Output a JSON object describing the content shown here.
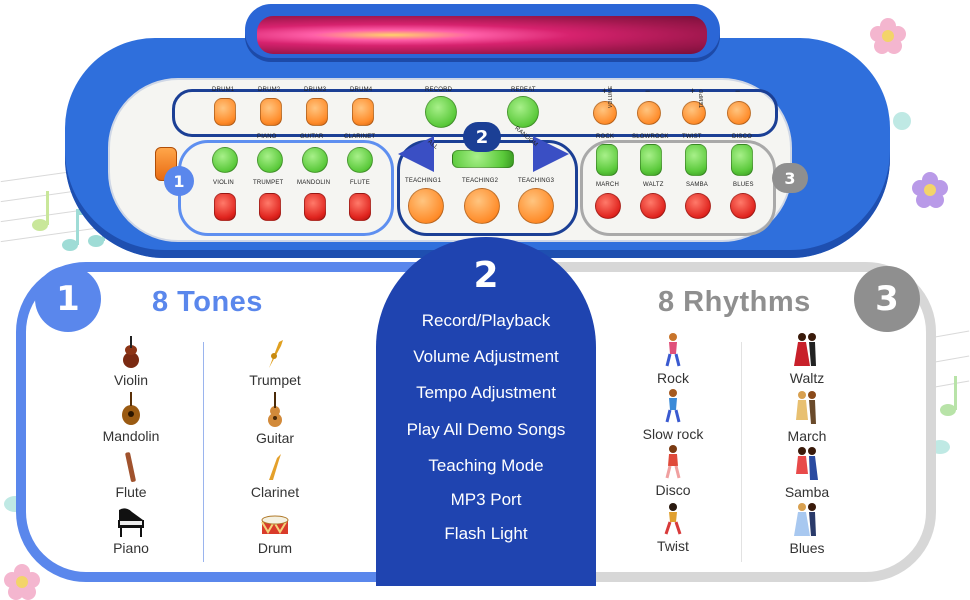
{
  "keyboard": {
    "top_labels": [
      "DRUM1",
      "DRUM2",
      "DRUM3",
      "DRUM4",
      "RECORD",
      "REPEAT",
      "VOLUME",
      "TEMPO"
    ],
    "sign_labels": [
      "+",
      "−",
      "+",
      "−"
    ],
    "tone_top_labels": [
      "PIANO",
      "GUITAR",
      "CLARINET"
    ],
    "tone_labels": [
      "VIOLIN",
      "TRUMPET",
      "MANDOLIN",
      "FLUTE"
    ],
    "teaching_labels": [
      "TEACHING1",
      "TEACHING2",
      "TEACHING3"
    ],
    "arrow_labels": [
      "ALL",
      "RANDOM"
    ],
    "rhythm_top_labels": [
      "ROCK",
      "SLOWROCK",
      "TWIST",
      "DISCO"
    ],
    "rhythm_labels": [
      "MARCH",
      "WALTZ",
      "SAMBA",
      "BLUES"
    ],
    "badges": [
      "1",
      "2",
      "3"
    ]
  },
  "tones": {
    "badge": "1",
    "title": "8 Tones",
    "left_items": [
      {
        "label": "Violin",
        "icon": "violin-icon"
      },
      {
        "label": "Mandolin",
        "icon": "mandolin-icon"
      },
      {
        "label": "Flute",
        "icon": "flute-icon"
      },
      {
        "label": "Piano",
        "icon": "piano-icon"
      }
    ],
    "right_items": [
      {
        "label": "Trumpet",
        "icon": "trumpet-icon"
      },
      {
        "label": "Guitar",
        "icon": "guitar-icon"
      },
      {
        "label": "Clarinet",
        "icon": "clarinet-icon"
      },
      {
        "label": "Drum",
        "icon": "drum-icon"
      }
    ]
  },
  "functions": {
    "badge": "2",
    "items": [
      "Record/Playback",
      "Volume Adjustment",
      "Tempo Adjustment",
      "Play All Demo Songs",
      "Teaching Mode",
      "MP3 Port",
      "Flash Light"
    ]
  },
  "rhythms": {
    "badge": "3",
    "title": "8 Rhythms",
    "left_items": [
      {
        "label": "Rock",
        "icon": "dancer-icon"
      },
      {
        "label": "Slow rock",
        "icon": "dancer-icon"
      },
      {
        "label": "Disco",
        "icon": "dancer-icon"
      },
      {
        "label": "Twist",
        "icon": "dancer-icon"
      }
    ],
    "right_items": [
      {
        "label": "Waltz",
        "icon": "dancing-couple-icon"
      },
      {
        "label": "March",
        "icon": "dancing-couple-icon"
      },
      {
        "label": "Samba",
        "icon": "dancing-couple-icon"
      },
      {
        "label": "Blues",
        "icon": "dancing-couple-icon"
      }
    ]
  },
  "colors": {
    "tones_accent": "#5a87ec",
    "functions_bg": "#1f44b0",
    "rhythms_accent": "#8f8f8f",
    "keyboard_blue": "#2f6fdc"
  }
}
